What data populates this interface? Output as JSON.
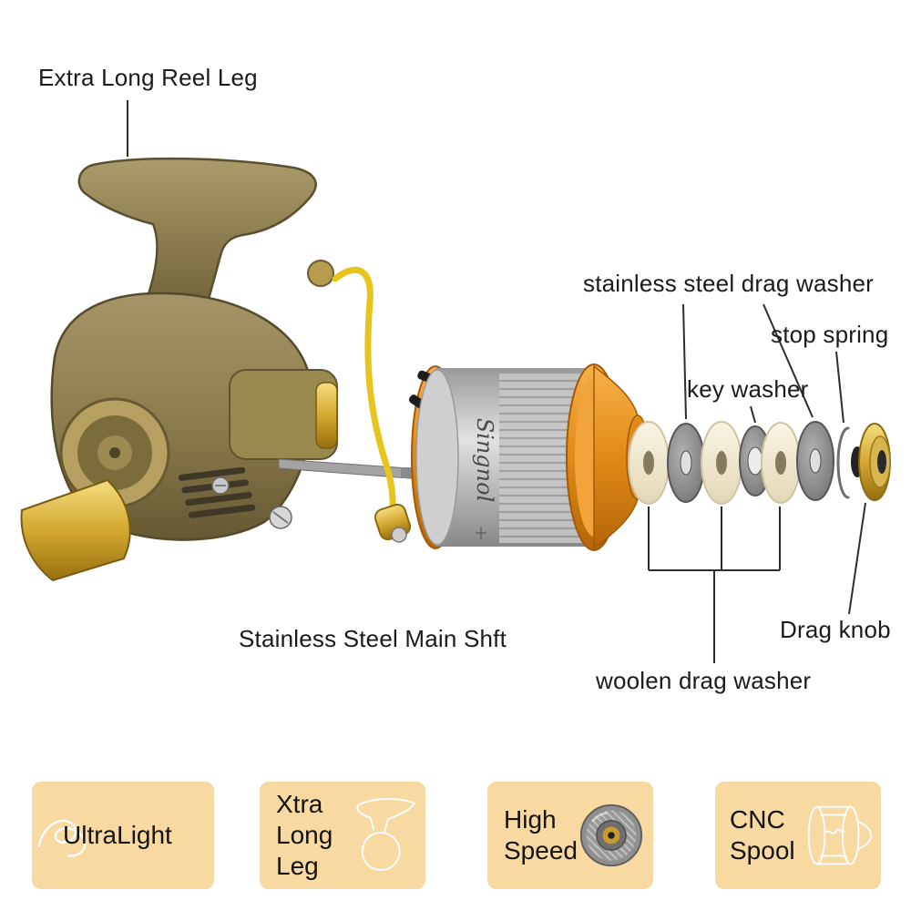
{
  "brand": "Singnol",
  "callouts": {
    "reel_leg": "Extra Long Reel Leg",
    "steel_washer": "stainless steel drag washer",
    "stop_spring": "stop spring",
    "key_washer": "key washer",
    "drag_knob": "Drag knob",
    "main_shaft": "Stainless Steel Main Shft",
    "woolen_washer": "woolen drag washer"
  },
  "features": [
    {
      "line1": "UltraLight",
      "line2": "",
      "icon": "fishing-line-icon"
    },
    {
      "line1": "Xtra",
      "line2": "Long Leg",
      "icon": "reel-leg-outline-icon"
    },
    {
      "line1": "High",
      "line2": "Speed",
      "icon": "metal-spool-face-icon"
    },
    {
      "line1": "CNC",
      "line2": "Spool",
      "icon": "cnc-spool-outline-icon"
    }
  ],
  "colors": {
    "background": "#ffffff",
    "feature_box": "#f8d9a2",
    "label_text": "#1b1b1b",
    "reel_gold": "#c9a235",
    "reel_olive": "#8d7f4e",
    "spool_orange": "#e8921e",
    "leader_line": "#2d2d2d"
  }
}
